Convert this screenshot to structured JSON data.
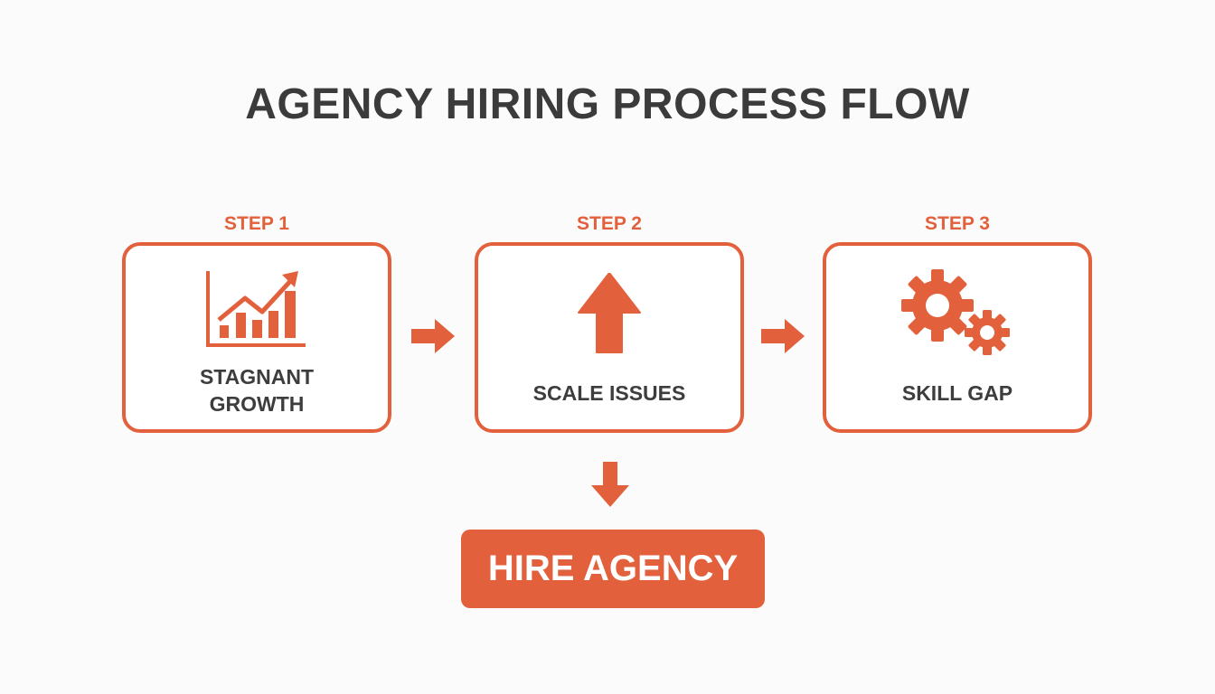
{
  "title": "AGENCY HIRING PROCESS FLOW",
  "colors": {
    "accent": "#e2603b",
    "text": "#3b3b3b",
    "background": "#fbfbfb"
  },
  "steps": [
    {
      "label": "STEP 1",
      "text_line1": "STAGNANT",
      "text_line2": "GROWTH",
      "icon": "bar-chart-trend-up-icon"
    },
    {
      "label": "STEP 2",
      "text_line1": "SCALE ISSUES",
      "icon": "arrow-up-icon"
    },
    {
      "label": "STEP 3",
      "text_line1": "SKILL GAP",
      "icon": "gears-icon"
    }
  ],
  "outcome": {
    "label": "HIRE AGENCY"
  }
}
